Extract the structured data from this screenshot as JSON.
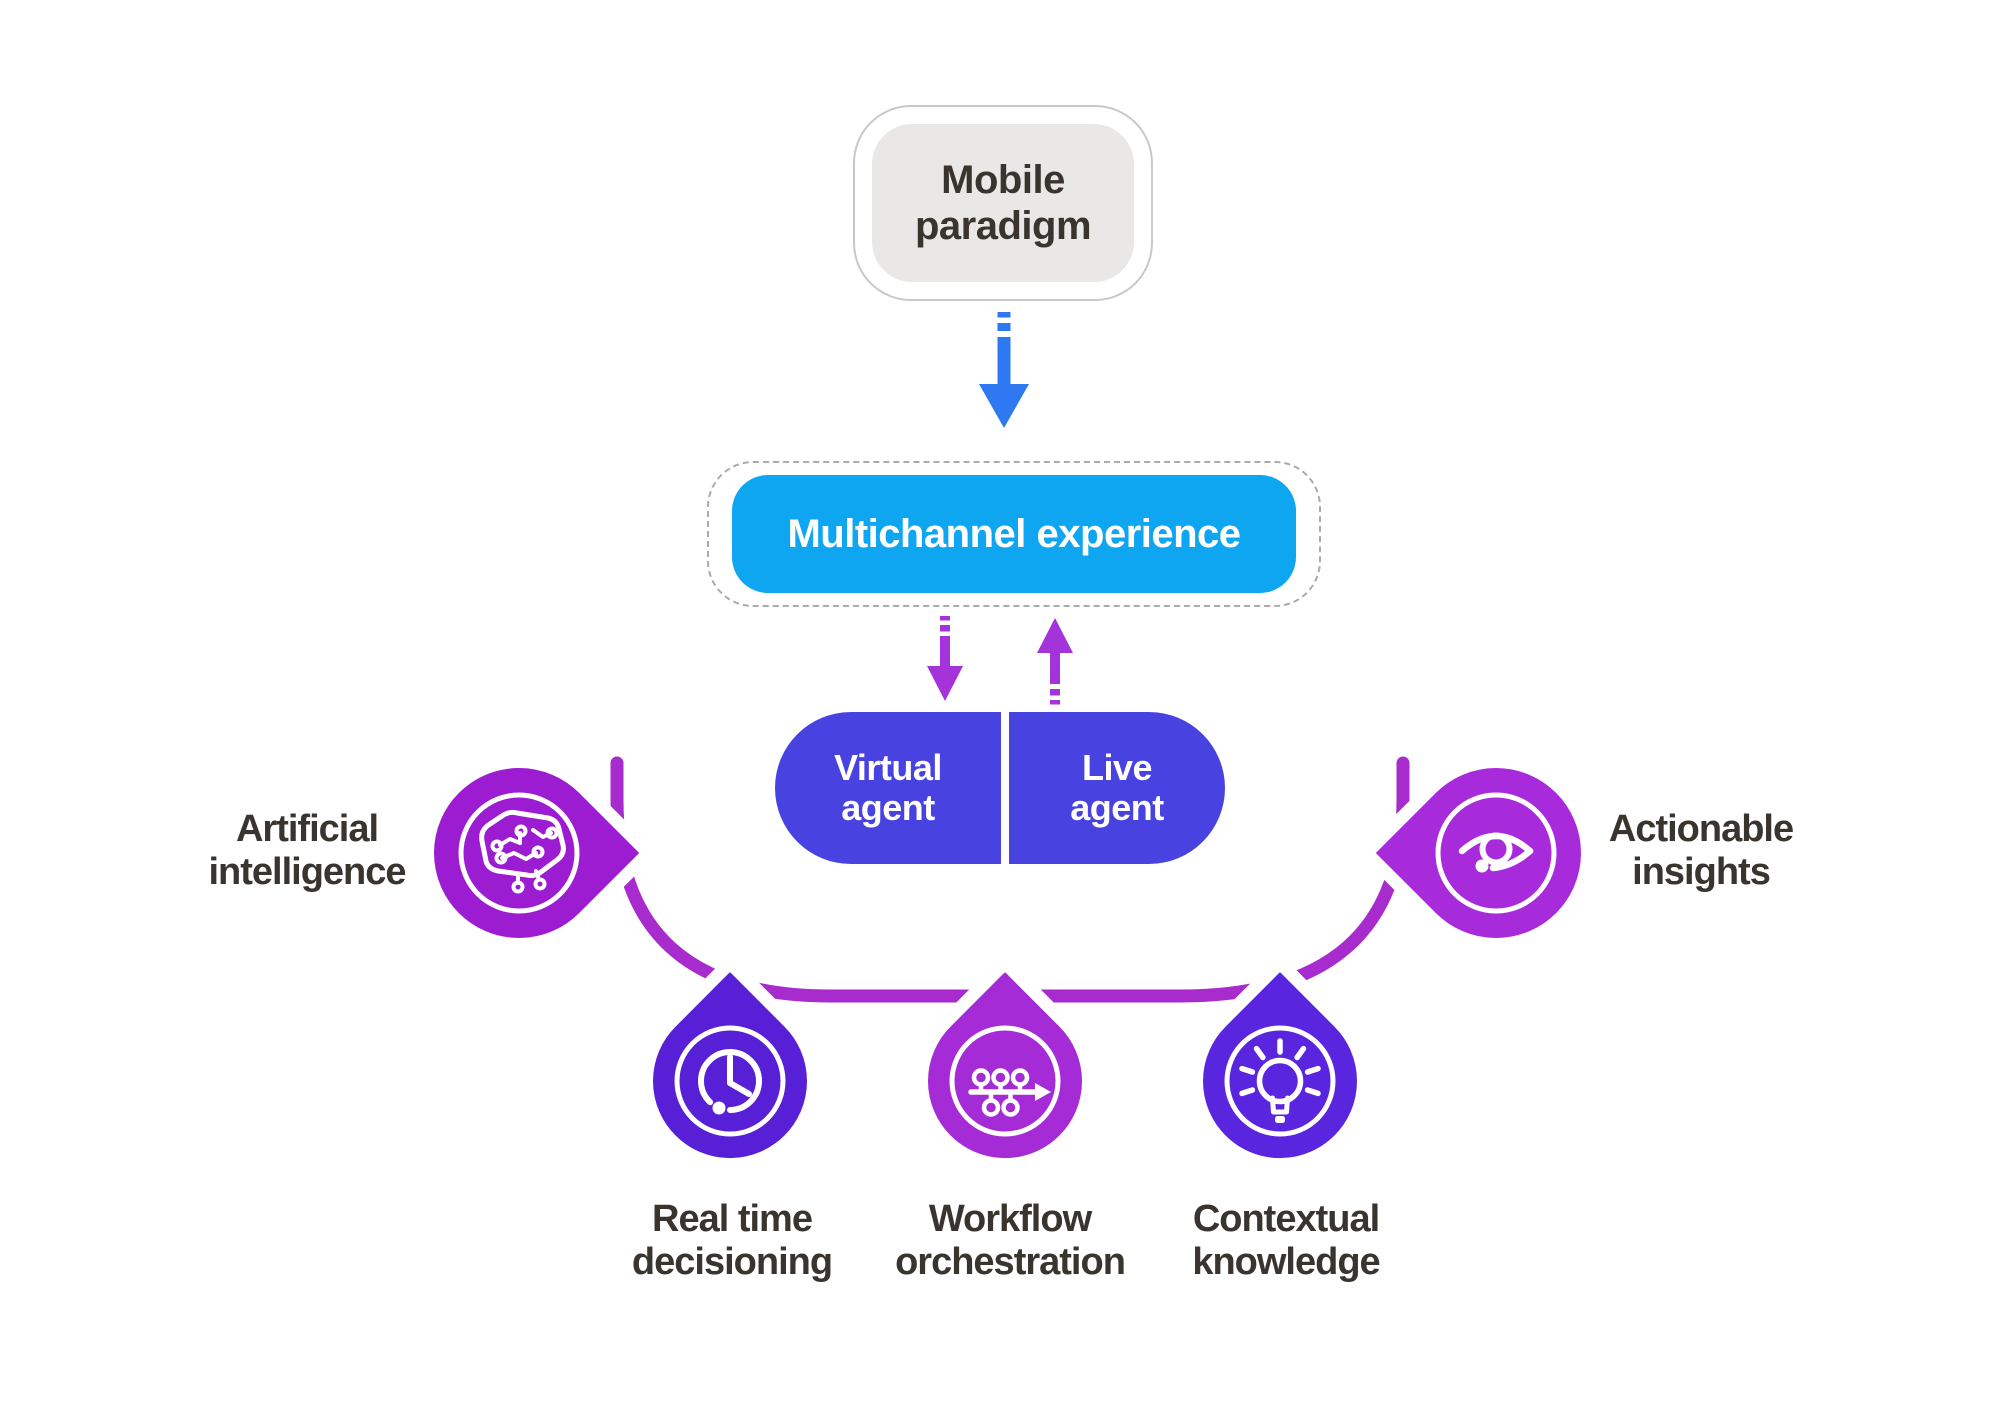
{
  "diagram": {
    "background": "#FFFFFF",
    "mobile_paradigm": {
      "line1": "Mobile",
      "line2": "paradigm",
      "fill": "#E9E8E6",
      "border": "#C8C8C8",
      "text_color": "#3A342E"
    },
    "multichannel": {
      "label": "Multichannel experience",
      "fill": "#0EA6F1",
      "border_style": "dashed",
      "border_color": "#ABABAB",
      "text_color": "#FFFFFF"
    },
    "virtual_agent": {
      "line1": "Virtual",
      "line2": "agent",
      "fill": "#4843E0",
      "text_color": "#FFFFFF"
    },
    "live_agent": {
      "line1": "Live",
      "line2": "agent",
      "fill": "#4843E0",
      "text_color": "#FFFFFF"
    },
    "arrows": {
      "mobile_to_multichannel": {
        "color": "#2E79F2",
        "direction": "down",
        "style": "dashed-start"
      },
      "multichannel_to_agents": {
        "color": "#A433D9",
        "direction": "down",
        "style": "dashed-start"
      },
      "agents_to_multichannel": {
        "color": "#A433D9",
        "direction": "up",
        "style": "dashed-start"
      }
    },
    "connector_color": "#A82BCE",
    "label_color": "#3A342E",
    "capabilities": [
      {
        "line1": "Artificial",
        "line2": "intelligence",
        "icon": "circuit-brain-icon",
        "drop_color": "#9C1CD1",
        "position": "left"
      },
      {
        "line1": "Real time",
        "line2": "decisioning",
        "icon": "clock-icon",
        "drop_color": "#5720D6",
        "position": "bottom-left"
      },
      {
        "line1": "Workflow",
        "line2": "orchestration",
        "icon": "workflow-arrow-icon",
        "drop_color": "#A42BD6",
        "position": "bottom-center"
      },
      {
        "line1": "Contextual",
        "line2": "knowledge",
        "icon": "lightbulb-icon",
        "drop_color": "#5A25DF",
        "position": "bottom-right"
      },
      {
        "line1": "Actionable",
        "line2": "insights",
        "icon": "eye-icon",
        "drop_color": "#A82BDB",
        "position": "right"
      }
    ]
  }
}
